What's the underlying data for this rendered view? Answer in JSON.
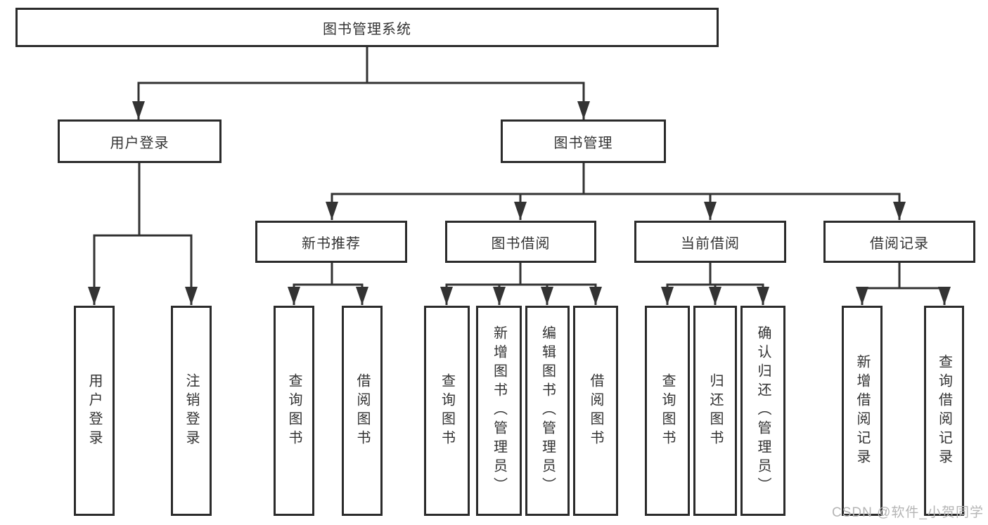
{
  "diagram": {
    "title": "图书管理系统",
    "branches": [
      {
        "label": "用户登录",
        "children": [
          "用户登录",
          "注销登录"
        ]
      },
      {
        "label": "图书管理",
        "sections": [
          {
            "label": "新书推荐",
            "children": [
              "查询图书",
              "借阅图书"
            ]
          },
          {
            "label": "图书借阅",
            "children": [
              "查询图书",
              "新增图书（管理员）",
              "编辑图书（管理员）",
              "借阅图书"
            ]
          },
          {
            "label": "当前借阅",
            "children": [
              "查询图书",
              "归还图书",
              "确认归还（管理员）"
            ]
          },
          {
            "label": "借阅记录",
            "children": [
              "新增借阅记录",
              "查询借阅记录"
            ]
          }
        ]
      }
    ]
  },
  "colors": {
    "line": "#333333",
    "box_border": "#2b2b2b",
    "text": "#333333",
    "watermark": "#b5b5b5",
    "background": "#ffffff"
  },
  "watermark": {
    "text": "CSDN @软件_小贺同学"
  }
}
